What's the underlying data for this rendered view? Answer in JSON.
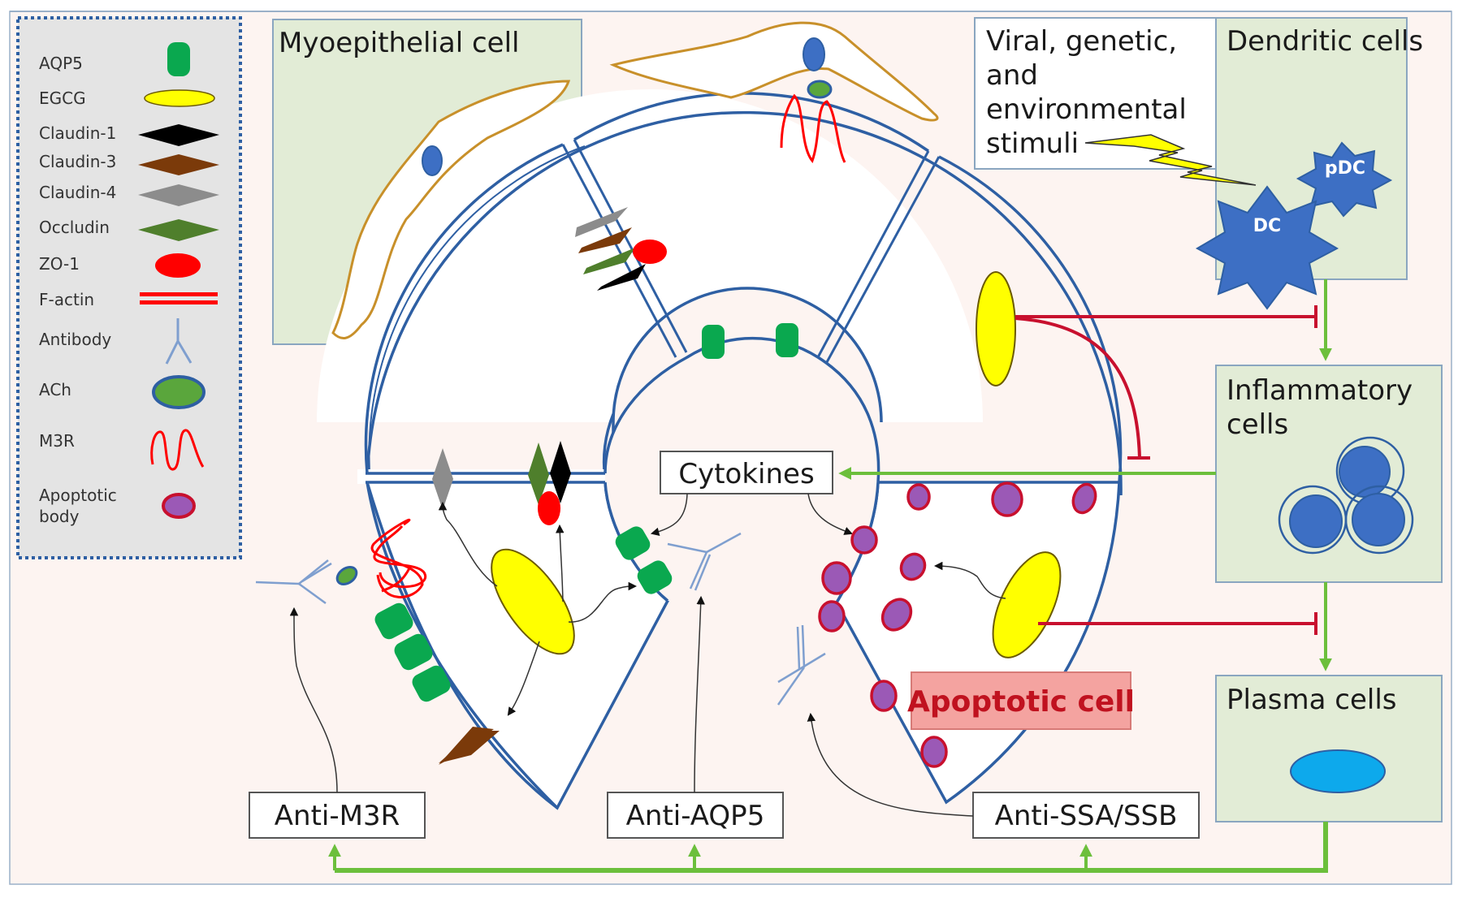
{
  "diagram": {
    "title": "EGCG effects on salivary gland acinar cells in Sjögren's syndrome pathogenesis",
    "colors": {
      "background": "#fdf4f1",
      "panel_green": "#e2ecd6",
      "membrane_blue": "#2e5fa3",
      "arrow_green": "#6cbf3c",
      "inhibit_red": "#c8102e",
      "apoptotic_box": "#f4a3a0",
      "apoptotic_text": "#c0121f"
    }
  },
  "legend": {
    "items": [
      {
        "label": "AQP5",
        "icon": "aqp5-cylinder-icon",
        "color": "#0aa84f"
      },
      {
        "label": "EGCG",
        "icon": "egcg-ellipse-icon",
        "color": "#ffff00"
      },
      {
        "label": "Claudin-1",
        "icon": "claudin1-diamond-icon",
        "color": "#000000"
      },
      {
        "label": "Claudin-3",
        "icon": "claudin3-diamond-icon",
        "color": "#7b3a0a"
      },
      {
        "label": "Claudin-4",
        "icon": "claudin4-diamond-icon",
        "color": "#8c8c8c"
      },
      {
        "label": "Occludin",
        "icon": "occludin-diamond-icon",
        "color": "#4f7f2c"
      },
      {
        "label": "ZO-1",
        "icon": "zo1-ellipse-icon",
        "color": "#ff0000"
      },
      {
        "label": "F-actin",
        "icon": "factin-double-line-icon",
        "color": "#ff0000"
      },
      {
        "label": "Antibody",
        "icon": "antibody-y-icon",
        "color": "#7f9fcf"
      },
      {
        "label": "ACh",
        "icon": "ach-ellipse-icon",
        "color": "#5aa63c"
      },
      {
        "label": "M3R",
        "icon": "m3r-squiggle-icon",
        "color": "#ff0000"
      },
      {
        "label": "Apoptotic\nbody",
        "label_lines": [
          "Apoptotic",
          "body"
        ],
        "icon": "apoptotic-body-icon",
        "color": "#9b59b6"
      }
    ]
  },
  "panels": {
    "myoepithelial": {
      "label": "Myoepithelial cell"
    },
    "stimuli": {
      "label_lines": [
        "Viral, genetic,",
        "and",
        "environmental",
        "stimuli"
      ]
    },
    "dendritic": {
      "label": "Dendritic cells",
      "cells": [
        "pDC",
        "DC"
      ]
    },
    "inflammatory": {
      "label_lines": [
        "Inflammatory",
        "cells"
      ]
    },
    "plasma": {
      "label": "Plasma cells"
    }
  },
  "acinus": {
    "cytokines_label": "Cytokines",
    "apoptotic_label": "Apoptotic cell"
  },
  "autoantibodies": [
    {
      "label": "Anti-M3R"
    },
    {
      "label": "Anti-AQP5"
    },
    {
      "label": "Anti-SSA/SSB"
    }
  ]
}
